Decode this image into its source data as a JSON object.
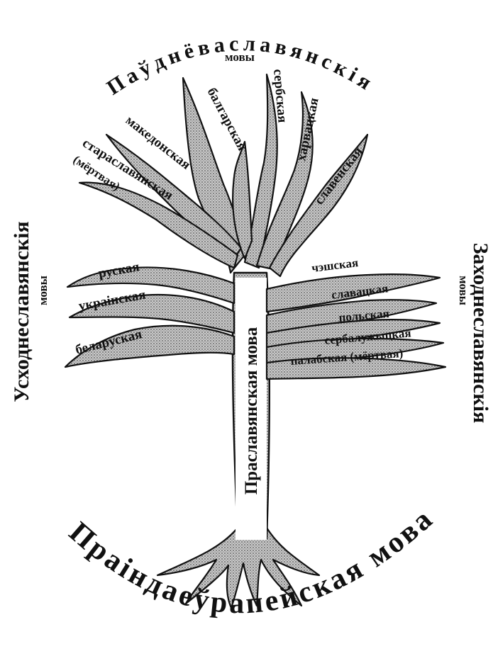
{
  "roots_label": "Праіндаеўрапейская мова",
  "trunk_label": "Праславянская мова",
  "south": {
    "group_title": "Паўднёваславянскія",
    "group_subtitle": "мовы",
    "languages": {
      "bulgarian": "балгарская",
      "serbian": "сербская",
      "croatian": "харвацкая",
      "slovenian": "славенская",
      "macedonian": "македонская",
      "old_church_slavonic_1": "старaславянская",
      "old_church_slavonic_2": "(мёртвая)"
    }
  },
  "east": {
    "group_title": "Усходнеславянскія",
    "group_subtitle": "мовы",
    "languages": {
      "russian": "руская",
      "ukrainian": "украінская",
      "belarusian": "беларуская"
    }
  },
  "west": {
    "group_title": "Заходнеславянскія",
    "group_subtitle": "мовы",
    "languages": {
      "czech": "чэшская",
      "slovak": "славацкая",
      "polish": "польская",
      "sorbian": "сербалужыцкая",
      "polabian": "палабская (мёртвая)"
    }
  }
}
